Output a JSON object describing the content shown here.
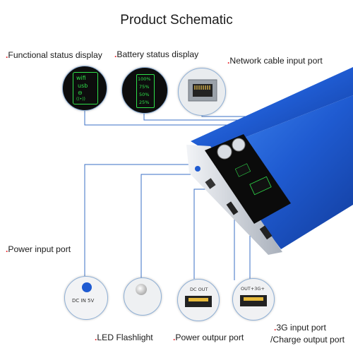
{
  "title": "Product Schematic",
  "labels": {
    "functional_status": "Functional status display",
    "battery_status": "Battery status display",
    "network_port": "Network cable input port",
    "power_input": "Power input port",
    "led_flashlight": "LED Flashlight",
    "power_output": "Power outpur port",
    "g3_input": "3G input port",
    "charge_output": "/Charge output port"
  },
  "bullet": ".",
  "insets": {
    "functional": [
      "wifi",
      "usb"
    ],
    "battery": [
      "100%",
      "75%",
      "50%",
      "25%"
    ],
    "power_input": "DC IN 5V",
    "dc_out": "DC OUT",
    "usb_out": "OUT+3G+"
  },
  "colors": {
    "connector_line": "#3a6fc4",
    "device_blue": "#1f5bd1",
    "bullet": "#e8232a",
    "lcd_green": "#2fe04a"
  }
}
